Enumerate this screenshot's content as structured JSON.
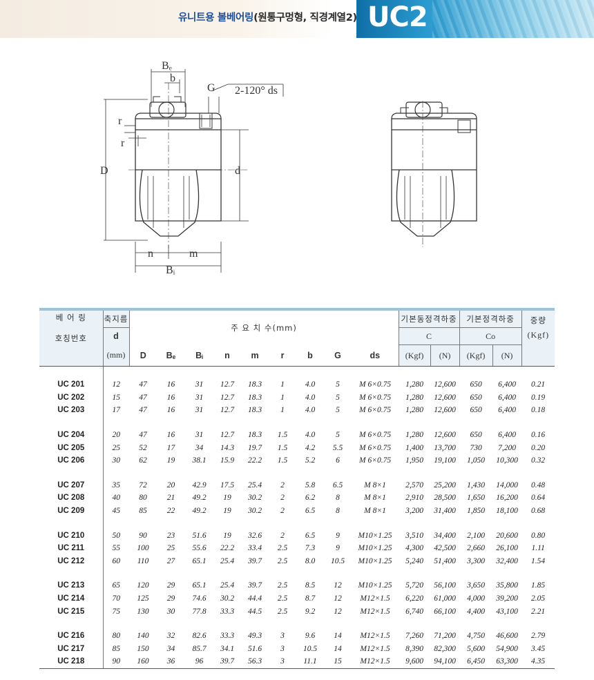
{
  "header": {
    "title_main": "유니트용 볼베어링",
    "title_paren": "(원통구멍형, 직경계열2)",
    "badge": "UC2"
  },
  "diagram": {
    "labels": {
      "Be": "Bₑ",
      "b": "b",
      "G": "G",
      "ds": "2-120° ds",
      "r1": "r",
      "r2": "r",
      "D": "D",
      "d": "d",
      "n": "n",
      "m": "m",
      "Bi": "Bᵢ"
    }
  },
  "table": {
    "header": {
      "bearing_no_1": "베 어 링",
      "bearing_no_2": "호칭번호",
      "shaft_dia": "축지름",
      "d": "d",
      "mm": "(mm)",
      "main_dims": "주   요   치   수(mm)",
      "dyn_load": "기본동정격하중",
      "C": "C",
      "static_load": "기본정격하중",
      "Co": "Co",
      "weight": "중량",
      "kgf_w": "(Kgf)",
      "cols": [
        "D",
        "Bₑ",
        "Bᵢ",
        "n",
        "m",
        "r",
        "b",
        "G",
        "ds"
      ],
      "C_kgf": "(Kgf)",
      "C_N": "(N)",
      "Co_kgf": "(Kgf)",
      "Co_N": "(N)"
    },
    "groups": [
      [
        [
          "UC 201",
          "12",
          "47",
          "16",
          "31",
          "12.7",
          "18.3",
          "1",
          "4.0",
          "5",
          "M 6×0.75",
          "1,280",
          "12,600",
          "650",
          "6,400",
          "0.21"
        ],
        [
          "UC 202",
          "15",
          "47",
          "16",
          "31",
          "12.7",
          "18.3",
          "1",
          "4.0",
          "5",
          "M 6×0.75",
          "1,280",
          "12,600",
          "650",
          "6,400",
          "0.19"
        ],
        [
          "UC 203",
          "17",
          "47",
          "16",
          "31",
          "12.7",
          "18.3",
          "1",
          "4.0",
          "5",
          "M 6×0.75",
          "1,280",
          "12,600",
          "650",
          "6,400",
          "0.18"
        ]
      ],
      [
        [
          "UC 204",
          "20",
          "47",
          "16",
          "31",
          "12.7",
          "18.3",
          "1.5",
          "4.0",
          "5",
          "M 6×0.75",
          "1,280",
          "12,600",
          "650",
          "6,400",
          "0.16"
        ],
        [
          "UC 205",
          "25",
          "52",
          "17",
          "34",
          "14.3",
          "19.7",
          "1.5",
          "4.2",
          "5.5",
          "M 6×0.75",
          "1,400",
          "13,700",
          "730",
          "7,200",
          "0.20"
        ],
        [
          "UC 206",
          "30",
          "62",
          "19",
          "38.1",
          "15.9",
          "22.2",
          "1.5",
          "5.2",
          "6",
          "M 6×0.75",
          "1,950",
          "19,100",
          "1,050",
          "10,300",
          "0.32"
        ]
      ],
      [
        [
          "UC 207",
          "35",
          "72",
          "20",
          "42.9",
          "17.5",
          "25.4",
          "2",
          "5.8",
          "6.5",
          "M 8×1",
          "2,570",
          "25,200",
          "1,430",
          "14,000",
          "0.48"
        ],
        [
          "UC 208",
          "40",
          "80",
          "21",
          "49.2",
          "19",
          "30.2",
          "2",
          "6.2",
          "8",
          "M 8×1",
          "2,910",
          "28,500",
          "1,650",
          "16,200",
          "0.64"
        ],
        [
          "UC 209",
          "45",
          "85",
          "22",
          "49.2",
          "19",
          "30.2",
          "2",
          "6.5",
          "8",
          "M 8×1",
          "3,200",
          "31,400",
          "1,850",
          "18,100",
          "0.68"
        ]
      ],
      [
        [
          "UC 210",
          "50",
          "90",
          "23",
          "51.6",
          "19",
          "32.6",
          "2",
          "6.5",
          "9",
          "M10×1.25",
          "3,510",
          "34,400",
          "2,100",
          "20,600",
          "0.80"
        ],
        [
          "UC 211",
          "55",
          "100",
          "25",
          "55.6",
          "22.2",
          "33.4",
          "2.5",
          "7.3",
          "9",
          "M10×1.25",
          "4,300",
          "42,500",
          "2,660",
          "26,100",
          "1.11"
        ],
        [
          "UC 212",
          "60",
          "110",
          "27",
          "65.1",
          "25.4",
          "39.7",
          "2.5",
          "8.0",
          "10.5",
          "M10×1.25",
          "5,240",
          "51,400",
          "3,300",
          "32,400",
          "1.54"
        ]
      ],
      [
        [
          "UC 213",
          "65",
          "120",
          "29",
          "65.1",
          "25.4",
          "39.7",
          "2.5",
          "8.5",
          "12",
          "M10×1.25",
          "5,720",
          "56,100",
          "3,650",
          "35,800",
          "1.85"
        ],
        [
          "UC 214",
          "70",
          "125",
          "29",
          "74.6",
          "30.2",
          "44.4",
          "2.5",
          "8.7",
          "12",
          "M12×1.5",
          "6,220",
          "61,000",
          "4,000",
          "39,200",
          "2.05"
        ],
        [
          "UC 215",
          "75",
          "130",
          "30",
          "77.8",
          "33.3",
          "44.5",
          "2.5",
          "9.2",
          "12",
          "M12×1.5",
          "6,740",
          "66,100",
          "4,400",
          "43,100",
          "2.21"
        ]
      ],
      [
        [
          "UC 216",
          "80",
          "140",
          "32",
          "82.6",
          "33.3",
          "49.3",
          "3",
          "9.6",
          "14",
          "M12×1.5",
          "7,260",
          "71,200",
          "4,750",
          "46,600",
          "2.79"
        ],
        [
          "UC 217",
          "85",
          "150",
          "34",
          "85.7",
          "34.1",
          "51.6",
          "3",
          "10.5",
          "14",
          "M12×1.5",
          "8,390",
          "82,300",
          "5,600",
          "54,900",
          "3.45"
        ],
        [
          "UC 218",
          "90",
          "160",
          "36",
          "96",
          "39.7",
          "56.3",
          "3",
          "11.1",
          "15",
          "M12×1.5",
          "9,600",
          "94,100",
          "6,450",
          "63,300",
          "4.35"
        ]
      ]
    ]
  }
}
